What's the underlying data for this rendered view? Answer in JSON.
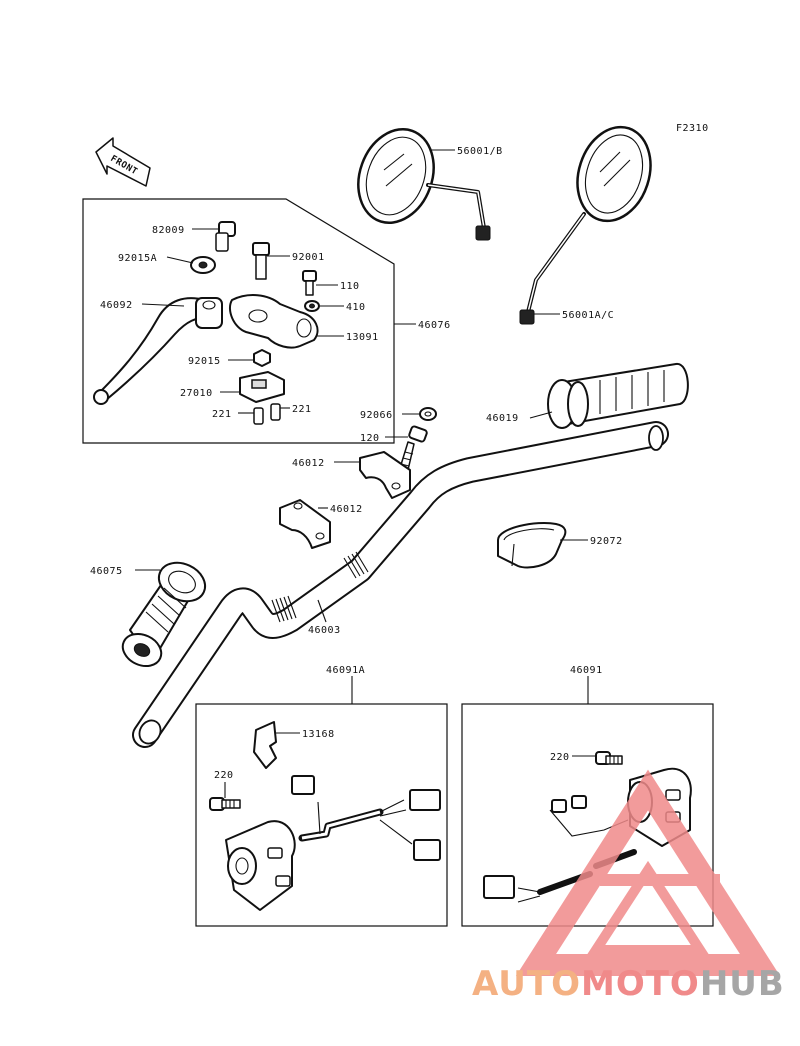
{
  "figure_code": "F2310",
  "front_label": "FRONT",
  "labels": {
    "mirror_left": "56001/B",
    "mirror_right": "56001A/C",
    "p82009": "82009",
    "p92015a": "92015A",
    "p46092": "46092",
    "p92001": "92001",
    "p110": "110",
    "p410": "410",
    "p13091": "13091",
    "p46076": "46076",
    "p92015": "92015",
    "p27010": "27010",
    "p221a": "221",
    "p221b": "221",
    "p92066": "92066",
    "p120": "120",
    "p46012a": "46012",
    "p46012b": "46012",
    "p46019": "46019",
    "p92072": "92072",
    "p46075": "46075",
    "p46003": "46003",
    "p46091a": "46091A",
    "p46091": "46091",
    "p13168": "13168",
    "p220a": "220",
    "p220b": "220"
  },
  "watermark": {
    "part1": "AUTO",
    "part2": "MOTO",
    "part3": "HUB",
    "color1": "#f4b183",
    "color2": "#f08a8a",
    "color3": "#a6a6a6"
  }
}
